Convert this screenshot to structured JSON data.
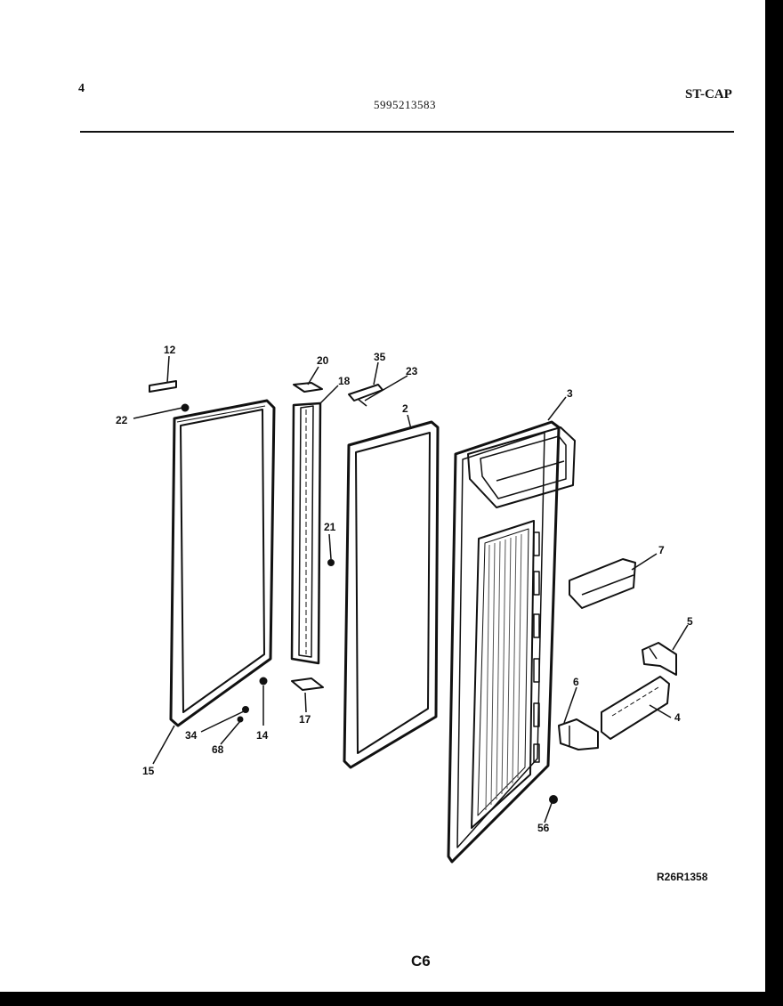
{
  "header": {
    "left": "4",
    "center": "5995213583",
    "right": "ST-CAP"
  },
  "diagram": {
    "callouts": {
      "c12": "12",
      "c22": "22",
      "c20": "20",
      "c18": "18",
      "c35": "35",
      "c23": "23",
      "c2": "2",
      "c3": "3",
      "c21": "21",
      "c7": "7",
      "c5": "5",
      "c6": "6",
      "c4": "4",
      "c14": "14",
      "c17": "17",
      "c34": "34",
      "c68": "68",
      "c15": "15",
      "c56": "56"
    },
    "figure_code": "R26R1358"
  },
  "footer": {
    "page_id": "C6"
  }
}
